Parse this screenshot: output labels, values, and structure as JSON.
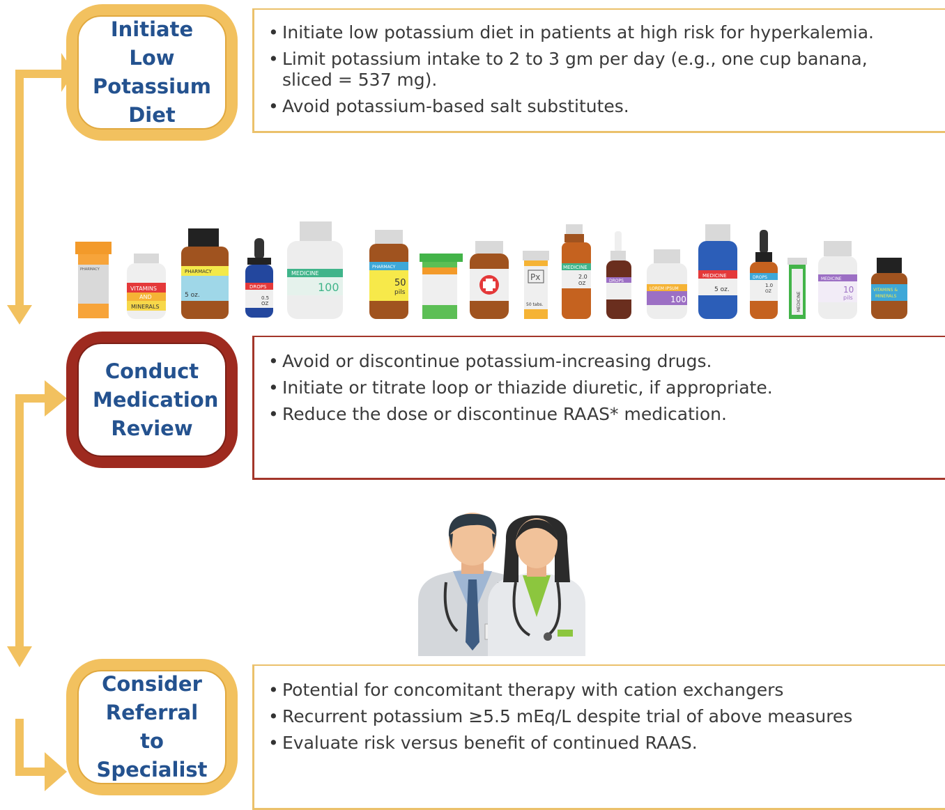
{
  "colors": {
    "gold": "#F2C15F",
    "gold_dark": "#E8B24A",
    "maroon": "#9E2A1F",
    "text_blue": "#24528F",
    "panel_gold": "#EBC16B",
    "panel_maroon": "#A3362A"
  },
  "steps": [
    {
      "label_lines": [
        "Initiate Low",
        "Potassium",
        "Diet"
      ],
      "bullets": [
        "Initiate low potassium diet in patients at high risk for hyperkalemia.",
        "Limit potassium intake to 2 to 3 gm per day (e.g., one cup banana, sliced = 537 mg).",
        "Avoid potassium-based salt substitutes."
      ]
    },
    {
      "label_lines": [
        "Conduct",
        "Medication",
        "Review"
      ],
      "bullets": [
        "Avoid or discontinue potassium-increasing drugs.",
        "Initiate or titrate loop or thiazide diuretic, if appropriate.",
        "Reduce the dose or discontinue RAAS* medication."
      ]
    },
    {
      "label_lines": [
        "Consider",
        "Referral to",
        "Specialist"
      ],
      "bullets": [
        "Potential for concomitant therapy with cation exchangers",
        "Recurrent potassium ≥5.5 mEq/L despite trial of above measures",
        "Evaluate risk versus benefit of continued RAAS."
      ]
    }
  ],
  "bottle_labels": [
    "PHARMACY",
    "VITAMINS",
    "AND",
    "MINERALS",
    "PHARMACY",
    "5 oz.",
    "DROPS",
    "0.5",
    "OZ",
    "MEDICINE",
    "100",
    "PHARMACY",
    "50",
    "pils",
    "Px",
    "50 tabs.",
    "MEDICINE",
    "2.0",
    "OZ",
    "DROPS",
    "LOREM IPSUM",
    "100",
    "MEDICINE",
    "5 oz.",
    "DROPS",
    "1.0",
    "OZ",
    "MEDICINE",
    "MEDICINE",
    "10",
    "pils",
    "VITAMINS &",
    "MINERALS"
  ]
}
